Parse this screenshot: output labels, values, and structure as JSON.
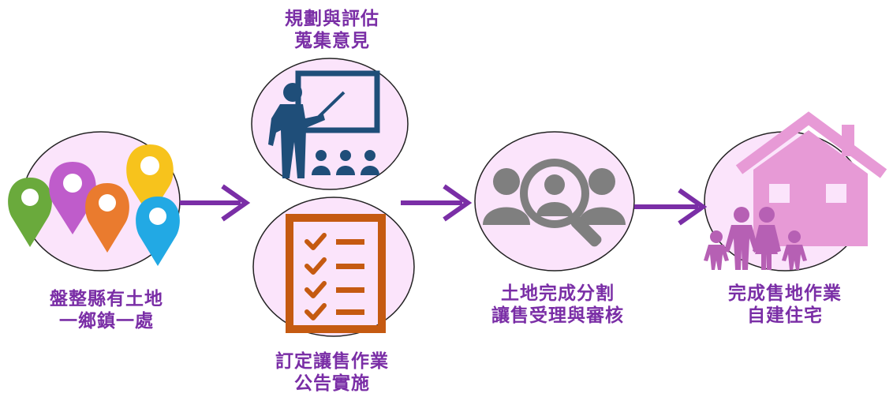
{
  "steps": {
    "step1": {
      "lines": [
        "盤整縣有土地",
        "一鄉鎮一處"
      ],
      "icon": "location-pins-icon"
    },
    "step2_planning": {
      "lines": [
        "規劃與評估",
        "蒐集意見"
      ],
      "icon": "presentation-icon"
    },
    "step2_announcement": {
      "lines": [
        "訂定讓售作業",
        "公告實施"
      ],
      "icon": "checklist-icon"
    },
    "step3": {
      "lines": [
        "土地完成分割",
        "讓售受理與審核"
      ],
      "icon": "user-search-icon"
    },
    "step4": {
      "lines": [
        "完成售地作業",
        "自建住宅"
      ],
      "icon": "house-family-icon"
    }
  },
  "colors": {
    "caption": "#7a2ea6",
    "arrow": "#7a2ea6",
    "circle_fill": "#fbe4fb",
    "circle_stroke": "#222222",
    "pin_green": "#6aaa3c",
    "pin_purple": "#bf5ccb",
    "pin_orange": "#ea7b2e",
    "pin_yellow": "#f7c31c",
    "pin_blue": "#22a9e4",
    "presentation": "#1f4e79",
    "checklist": "#c55a11",
    "search_people": "#7f7f7f",
    "house": "#e79ad6",
    "family": "#b660b4"
  }
}
